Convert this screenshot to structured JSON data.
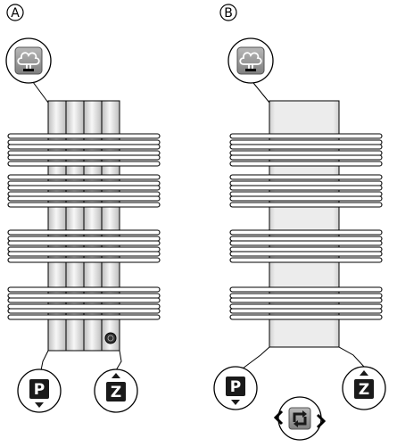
{
  "panels": [
    {
      "id": "a",
      "label": "A",
      "variant": "four-column tube heating element",
      "buttons": [
        {
          "name": "program-button",
          "letter": "P",
          "arrow": "down"
        },
        {
          "name": "zone-button",
          "letter": "Z",
          "arrow": "up"
        }
      ]
    },
    {
      "id": "b",
      "label": "B",
      "variant": "single flat-panel heating element",
      "buttons": [
        {
          "name": "program-button",
          "letter": "P",
          "arrow": "down"
        },
        {
          "name": "zone-button",
          "letter": "Z",
          "arrow": "up"
        }
      ]
    }
  ],
  "icons": {
    "top": "heat-wave-icon",
    "rotate": "rotate-arrows-icon"
  },
  "colors": {
    "outline": "#000000",
    "button_fill": "#1a1a1a",
    "icon_fill": "#9a9a9a",
    "panel_fill": "#e4e4e4"
  }
}
